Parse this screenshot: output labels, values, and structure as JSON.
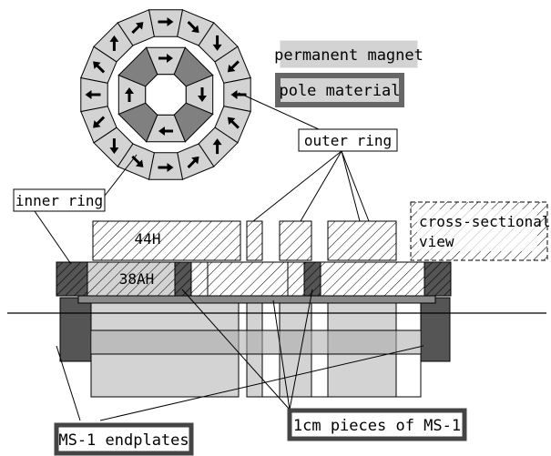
{
  "legend": {
    "permanent_magnet": "permanent magnet",
    "pole_material": "pole material"
  },
  "labels": {
    "outer_ring": "outer ring",
    "inner_ring": "inner ring",
    "cross_sectional_line1": "cross-sectional",
    "cross_sectional_line2": "view",
    "magnet_44h": "44H",
    "magnet_38ah": "38AH",
    "ms1_pieces": "1cm pieces of MS-1",
    "ms1_endplates": "MS-1 endplates"
  },
  "colors": {
    "magnet_fill": "#d3d3d3",
    "pole_fill": "#808080",
    "dark_fill": "#505050",
    "stroke": "#000000"
  }
}
